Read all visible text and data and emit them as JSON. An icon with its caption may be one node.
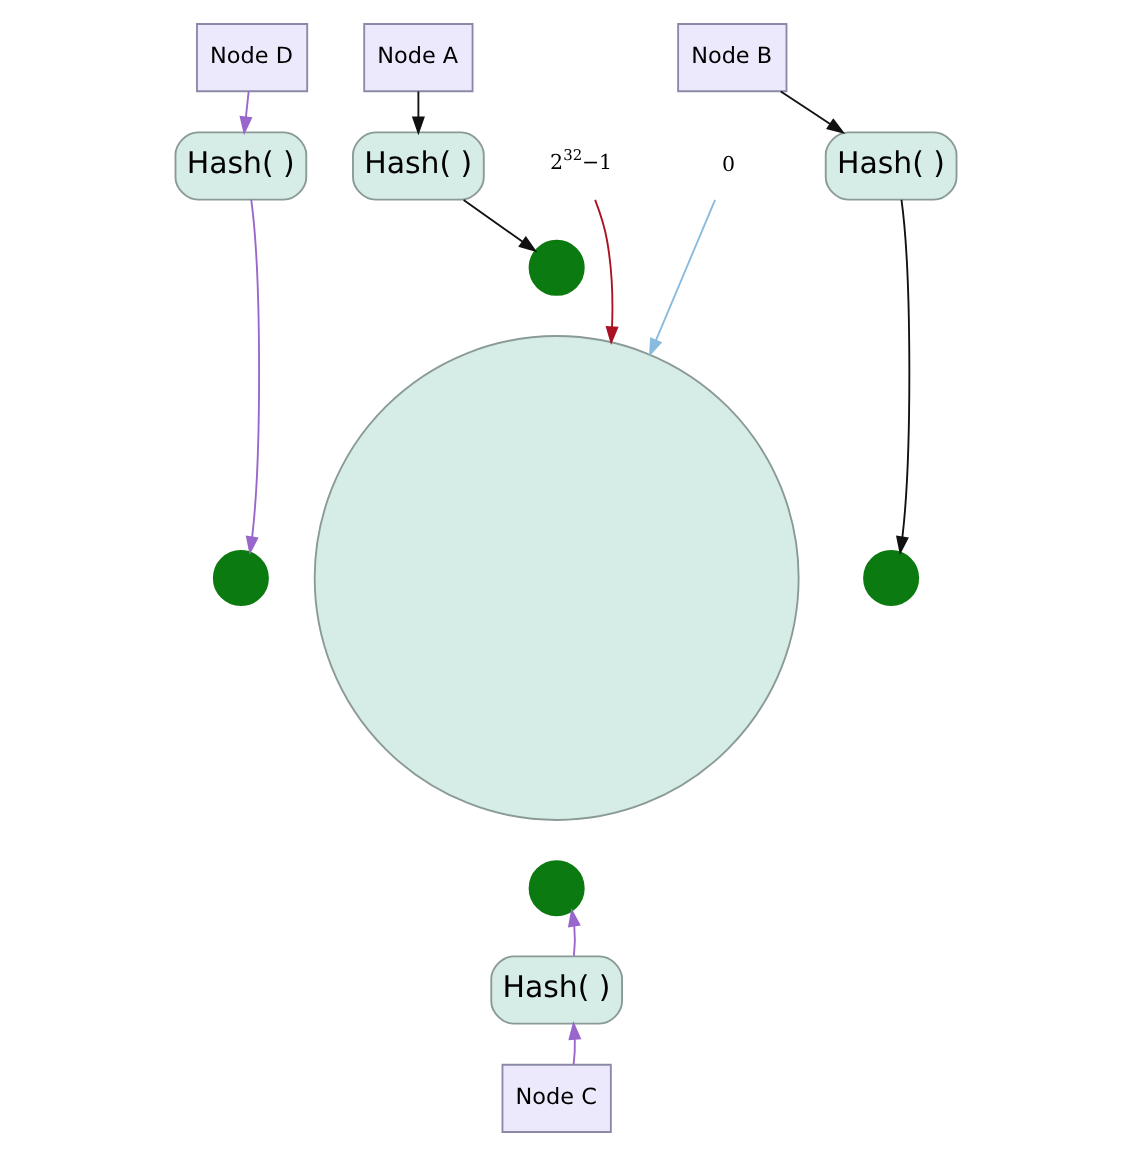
{
  "diagram": {
    "nodes": [
      {
        "text": [],
        "shape": "circle"
      },
      {
        "text": [
          "Node A"
        ]
      },
      {
        "text": [
          "Hash( )"
        ]
      },
      {
        "text": [],
        "shape": "circle"
      },
      {
        "text": [
          "Node B"
        ]
      },
      {
        "text": [
          "Hash( )"
        ]
      },
      {
        "text": [],
        "shape": "circle"
      },
      {
        "text": [],
        "shape": "circle"
      },
      {
        "text": [
          "Hash( )"
        ]
      },
      {
        "text": [
          "Node C"
        ]
      },
      {
        "text": [
          "Node D"
        ]
      },
      {
        "text": [
          "Hash( )"
        ]
      },
      {
        "text": [],
        "shape": "circle"
      },
      {
        "text": [
          "2$^{32}$−1"
        ]
      },
      {
        "text": [
          "0"
        ]
      }
    ],
    "edges": [
      {
        "from": 1,
        "to": 2,
        "arrow": "to"
      },
      {
        "from": 2,
        "to": 3,
        "arrow": "to"
      },
      {
        "from": 4,
        "to": 5,
        "arrow": "to"
      },
      {
        "from": 5,
        "to": 6,
        "arrow": "to"
      },
      {
        "from": 9,
        "to": 8,
        "arrow": "to",
        "color": "#9966cc"
      },
      {
        "from": 8,
        "to": 7,
        "arrow": "to",
        "color": "#9966cc"
      },
      {
        "from": 10,
        "to": 11,
        "arrow": "to",
        "color": "#9966cc"
      },
      {
        "from": 11,
        "to": 12,
        "arrow": "to",
        "color": "#9966cc"
      },
      {
        "from": 13,
        "to": 0,
        "arrow": "to",
        "color": "#aa1122"
      },
      {
        "from": 14,
        "to": 0,
        "arrow": "to",
        "color": "#88bbdd"
      }
    ]
  }
}
